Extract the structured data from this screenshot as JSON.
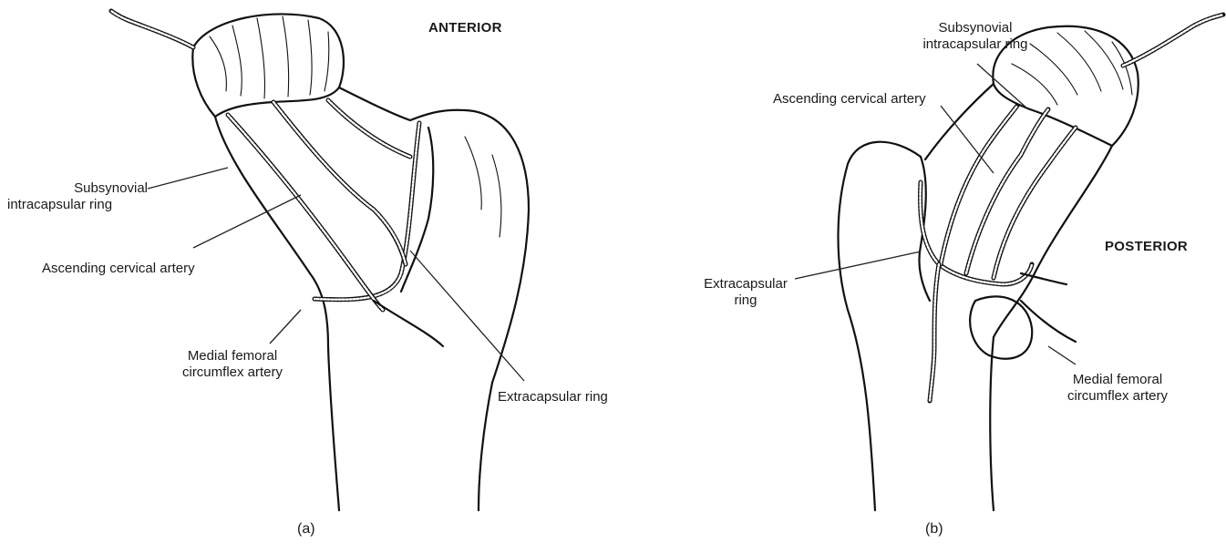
{
  "panel_a": {
    "view_label": "ANTERIOR",
    "caption": "(a)",
    "labels": {
      "subsynovial_line1": "Subsynovial",
      "subsynovial_line2": "intracapsular ring",
      "ascending": "Ascending cervical artery",
      "medial_line1": "Medial femoral",
      "medial_line2": "circumflex artery",
      "extracapsular": "Extracapsular ring"
    }
  },
  "panel_b": {
    "view_label": "POSTERIOR",
    "caption": "(b)",
    "labels": {
      "subsynovial_line1": "Subsynovial",
      "subsynovial_line2": "intracapsular ring",
      "ascending": "Ascending cervical artery",
      "extracapsular_line1": "Extracapsular",
      "extracapsular_line2": "ring",
      "medial_line1": "Medial femoral",
      "medial_line2": "circumflex artery"
    }
  }
}
